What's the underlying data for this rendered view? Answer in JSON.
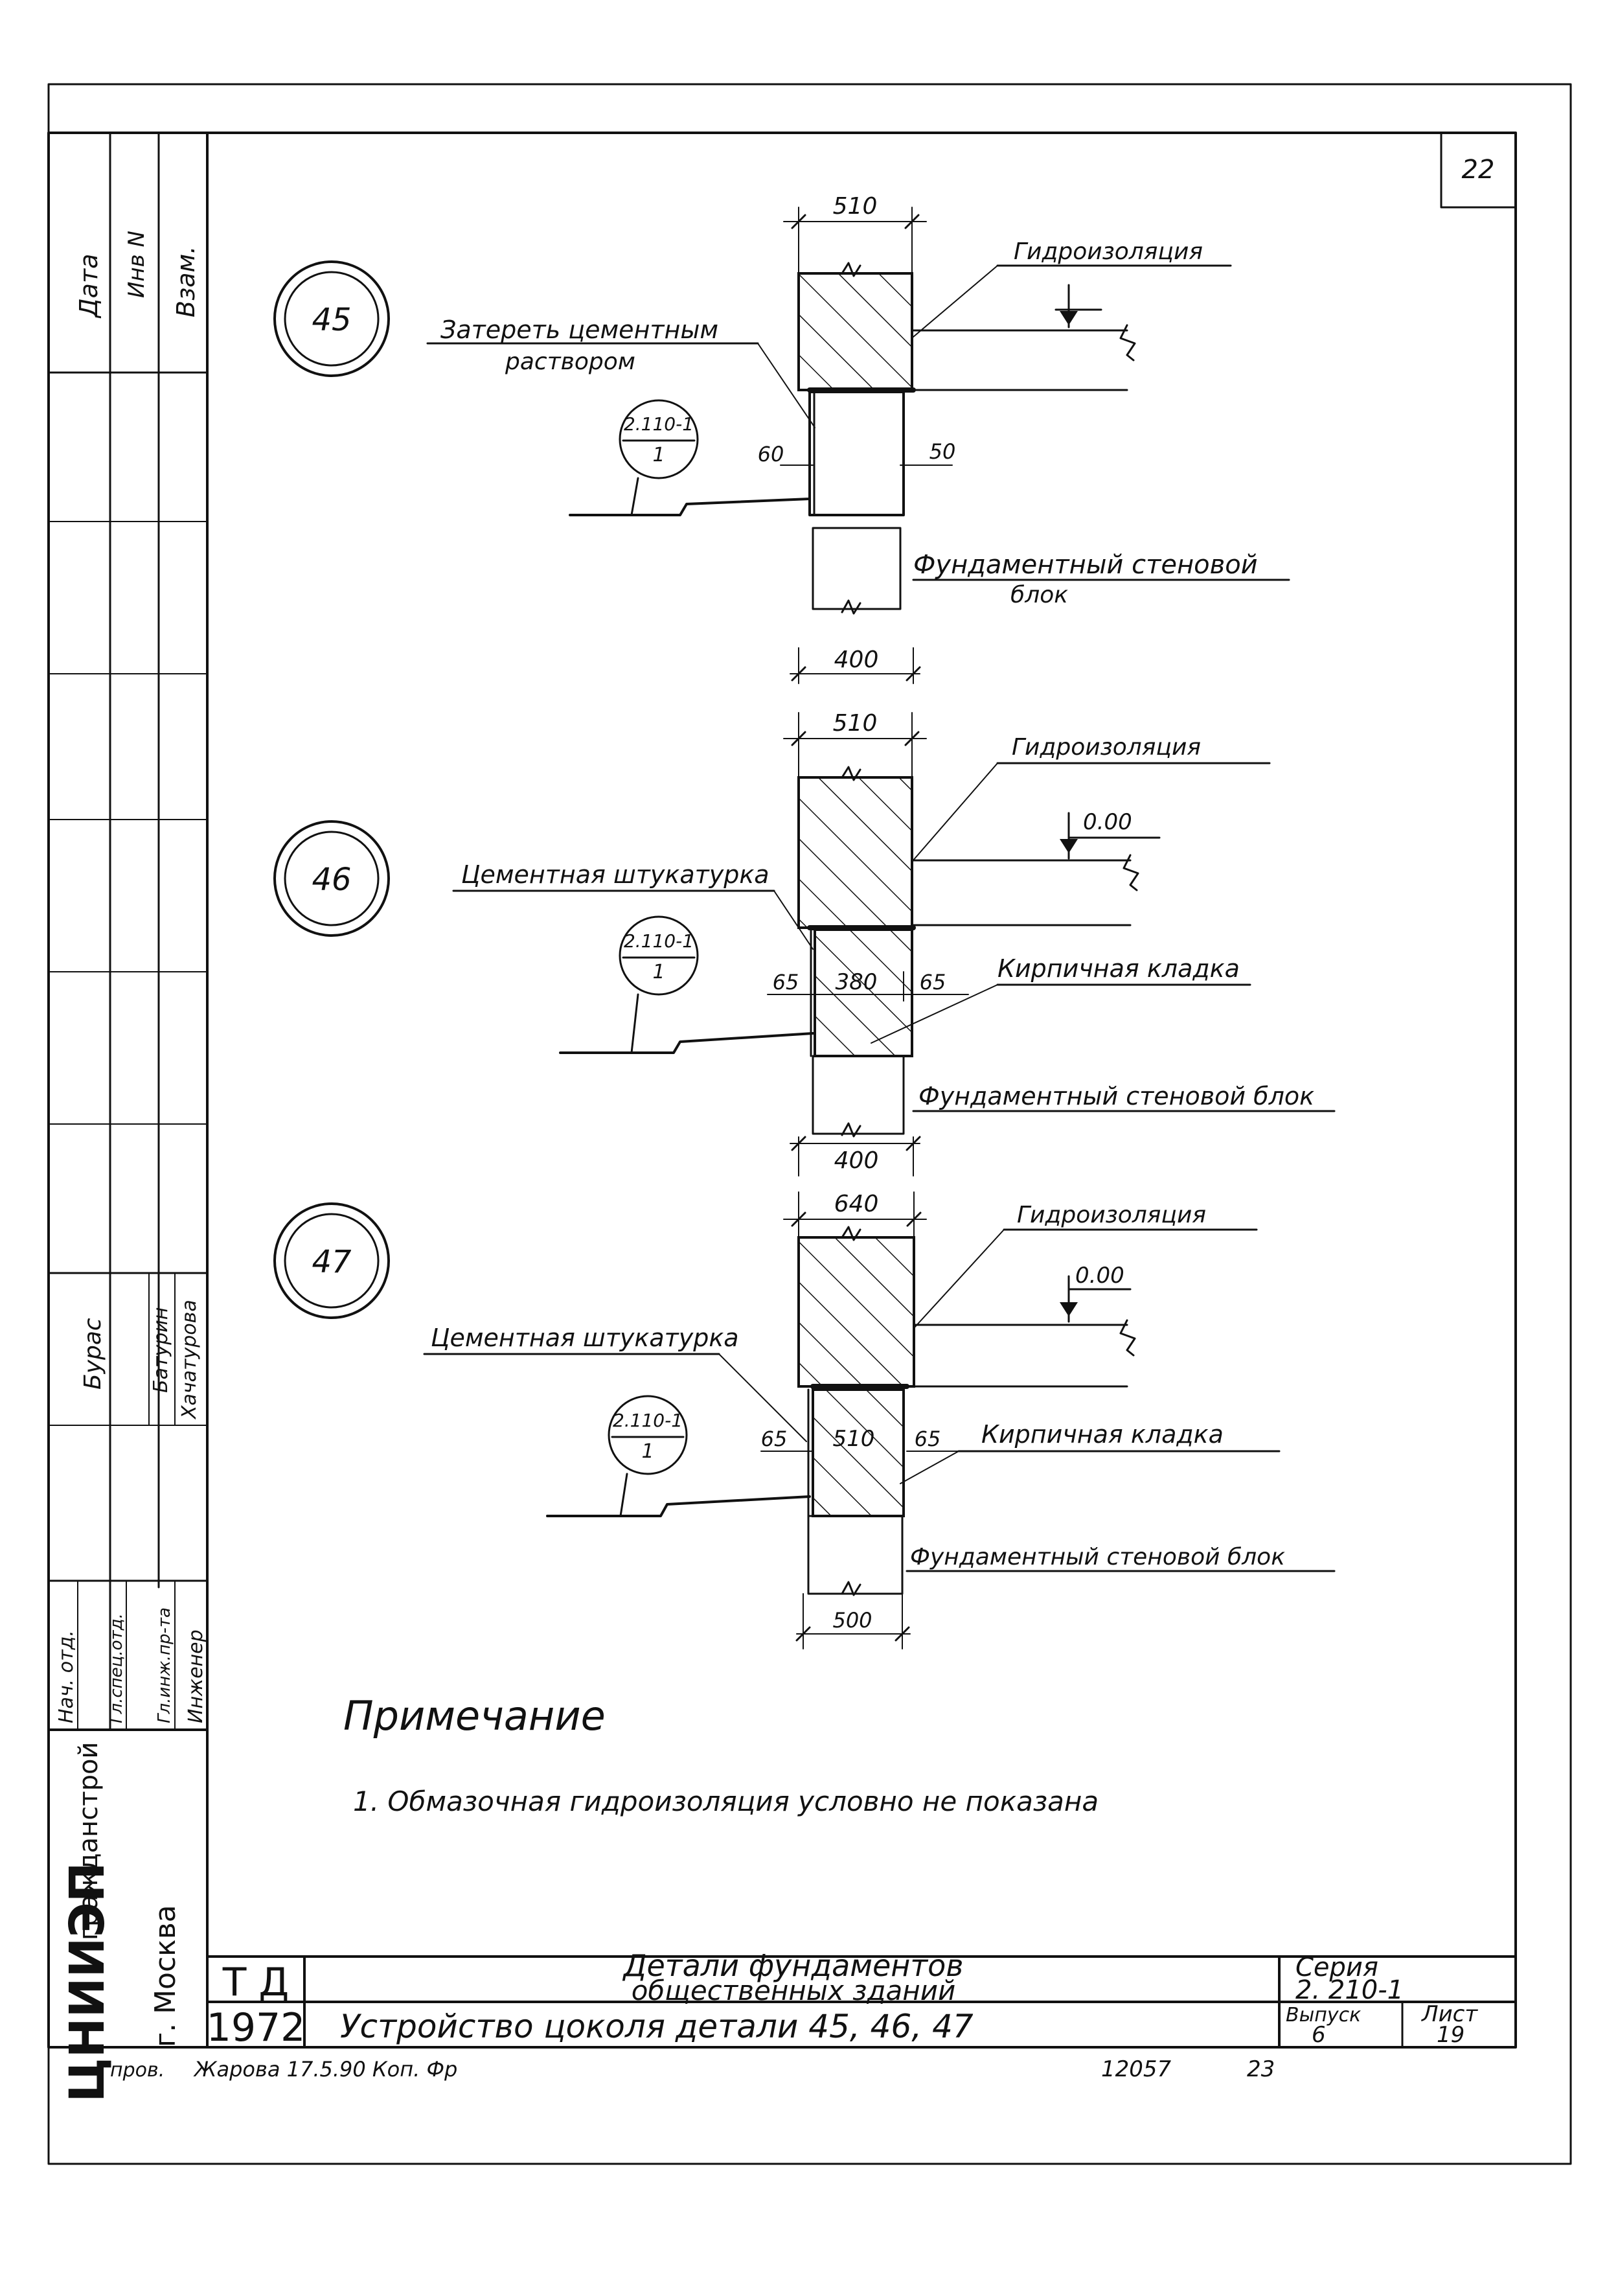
{
  "sheet": {
    "page_number": "22",
    "stamp_bottom_left": "пров.",
    "signature_line": "Жарова 17.5.90 Коп. Фр",
    "archive_number": "12057",
    "archive_page": "23"
  },
  "side_stamp": {
    "col_labels": [
      "Дата",
      "Инв N",
      "Взам."
    ],
    "names": [
      "Бурас",
      "Батурин",
      "Хачатурова"
    ],
    "positions": [
      "Нач. отд.",
      "Гл.спец.отд.",
      "Гл.инж.пр-та",
      "Инженер"
    ],
    "org": "ЦНИИЭП",
    "org_name": "гражданстрой",
    "city": "г. Москва"
  },
  "details": [
    {
      "number": "45",
      "ref_top": "2.110-1",
      "ref_bottom": "1",
      "label_plaster": "Затереть цементным",
      "label_plaster_2": "раствором",
      "label_waterproof": "Гидроизоляция",
      "label_block": "Фундаментный стеновой",
      "label_block_2": "блок",
      "dim_top": "510",
      "dim_left": "60",
      "dim_right": "50",
      "dim_bottom": "400"
    },
    {
      "number": "46",
      "ref_top": "2.110-1",
      "ref_bottom": "1",
      "label_plaster": "Цементная штукатурка",
      "label_waterproof": "Гидроизоляция",
      "label_brick": "Кирпичная кладка",
      "label_block": "Фундаментный стеновой блок",
      "level": "0.00",
      "dim_top": "510",
      "dim_left": "65",
      "dim_mid": "380",
      "dim_right": "65",
      "dim_bottom": "400"
    },
    {
      "number": "47",
      "ref_top": "2.110-1",
      "ref_bottom": "1",
      "label_plaster": "Цементная штукатурка",
      "label_waterproof": "Гидроизоляция",
      "label_brick": "Кирпичная кладка",
      "label_block": "Фундаментный стеновой блок",
      "level": "0.00",
      "dim_top": "640",
      "dim_left": "65",
      "dim_mid": "510",
      "dim_right": "65",
      "dim_bottom": "500"
    }
  ],
  "note": {
    "heading": "Примечание",
    "item": "1. Обмазочная гидроизоляция условно не показана"
  },
  "title_block": {
    "code": "Т Д",
    "year": "1972",
    "title_line1": "Детали фундаментов",
    "title_line2": "общественных зданий",
    "subtitle": "Устройство цоколя детали 45, 46, 47",
    "series_label": "Серия",
    "series_value": "2. 210-1",
    "issue_label": "Выпуск",
    "issue_value": "6",
    "sheet_label": "Лист",
    "sheet_value": "19"
  }
}
